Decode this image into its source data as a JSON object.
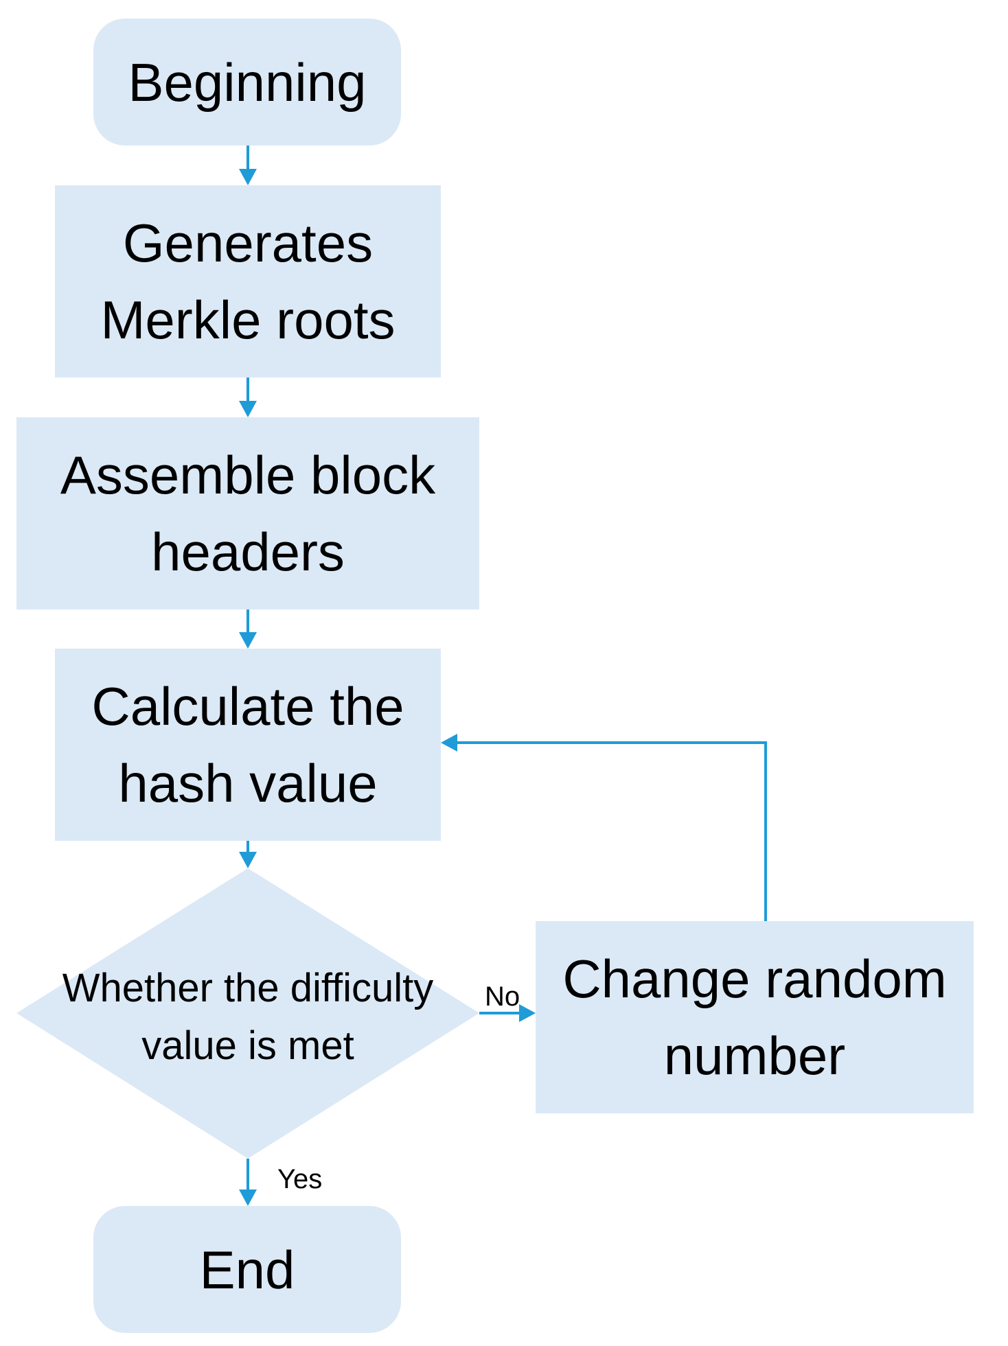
{
  "nodes": {
    "beginning": {
      "lines": [
        "Beginning"
      ]
    },
    "merkle": {
      "lines": [
        "Generates",
        "Merkle roots"
      ]
    },
    "block_headers": {
      "lines": [
        "Assemble block",
        "headers"
      ]
    },
    "hash": {
      "lines": [
        "Calculate the",
        "hash value"
      ]
    },
    "decision": {
      "lines": [
        "Whether the difficulty",
        "value is met"
      ]
    },
    "change": {
      "lines": [
        "Change random",
        "number"
      ]
    },
    "end": {
      "lines": [
        "End"
      ]
    }
  },
  "edge_labels": {
    "no": "No",
    "yes": "Yes"
  },
  "colors": {
    "node_fill": "#dbe9f6",
    "arrow": "#1f9bd7",
    "text": "#000000"
  }
}
